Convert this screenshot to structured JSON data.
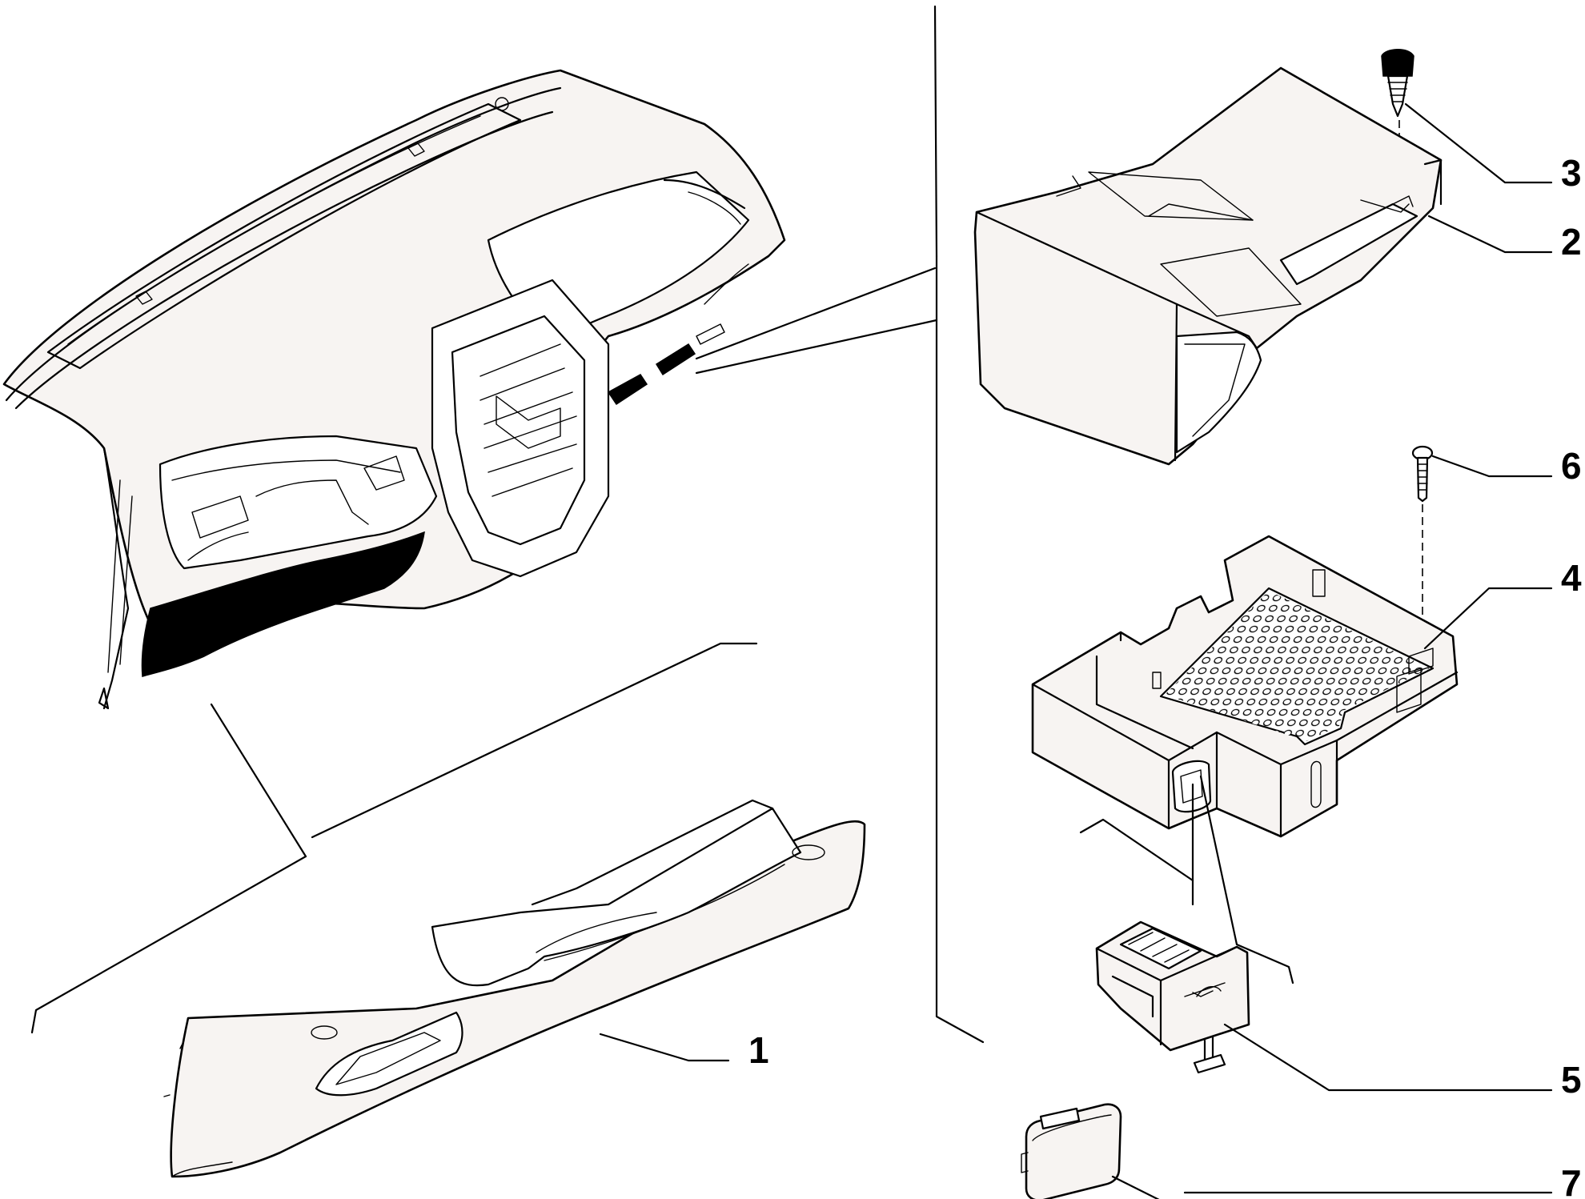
{
  "diagram": {
    "callouts": [
      {
        "id": "1",
        "label": "1"
      },
      {
        "id": "2",
        "label": "2"
      },
      {
        "id": "3",
        "label": "3"
      },
      {
        "id": "4",
        "label": "4"
      },
      {
        "id": "5",
        "label": "5"
      },
      {
        "id": "6",
        "label": "6"
      },
      {
        "id": "7",
        "label": "7"
      }
    ],
    "parts": [
      {
        "id": "dashboard",
        "icon": "dashboard-icon"
      },
      {
        "id": "glove-box-lid",
        "icon": "glove-box-lid-icon"
      },
      {
        "id": "storage-compartment",
        "icon": "storage-tray-icon"
      },
      {
        "id": "fuse-box-housing",
        "icon": "ventilated-box-icon"
      },
      {
        "id": "connector-socket",
        "icon": "socket-icon"
      },
      {
        "id": "cover-cap",
        "icon": "cap-icon"
      },
      {
        "id": "screw-3",
        "icon": "screw-icon"
      },
      {
        "id": "screw-6",
        "icon": "screw-icon"
      }
    ],
    "colors": {
      "line": "#000000",
      "fill": "#f7f4f2",
      "background": "#ffffff"
    }
  }
}
